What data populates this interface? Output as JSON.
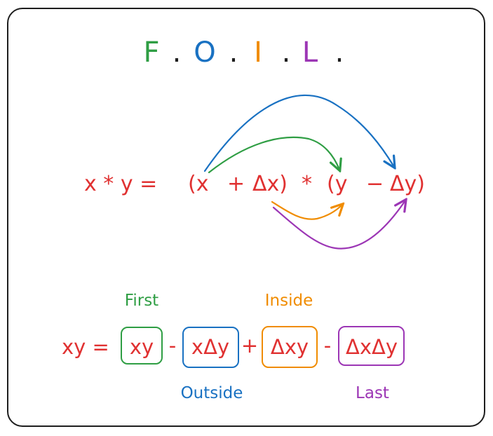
{
  "title": {
    "letters": [
      "F",
      "O",
      "I",
      "L"
    ],
    "dots": [
      ".",
      ".",
      ".",
      "."
    ]
  },
  "equation": {
    "lhs": "x * y =",
    "open1": "(x",
    "plus": "+",
    "dx": "Δx)",
    "times": "*",
    "open2": "(y",
    "minus": "−",
    "dy": "Δy)"
  },
  "result": {
    "lhs": "xy =",
    "term1": "xy",
    "op1": "-",
    "term2": "xΔy",
    "op2": "+",
    "term3": "Δxy",
    "op3": "-",
    "term4": "ΔxΔy"
  },
  "labels": {
    "first": "First",
    "outside": "Outside",
    "inside": "Inside",
    "last": "Last"
  },
  "colors": {
    "red": "#e03131",
    "green": "#2f9e44",
    "blue": "#1971c2",
    "orange": "#f08c00",
    "purple": "#9c36b5",
    "ink": "#1e1e1e"
  }
}
